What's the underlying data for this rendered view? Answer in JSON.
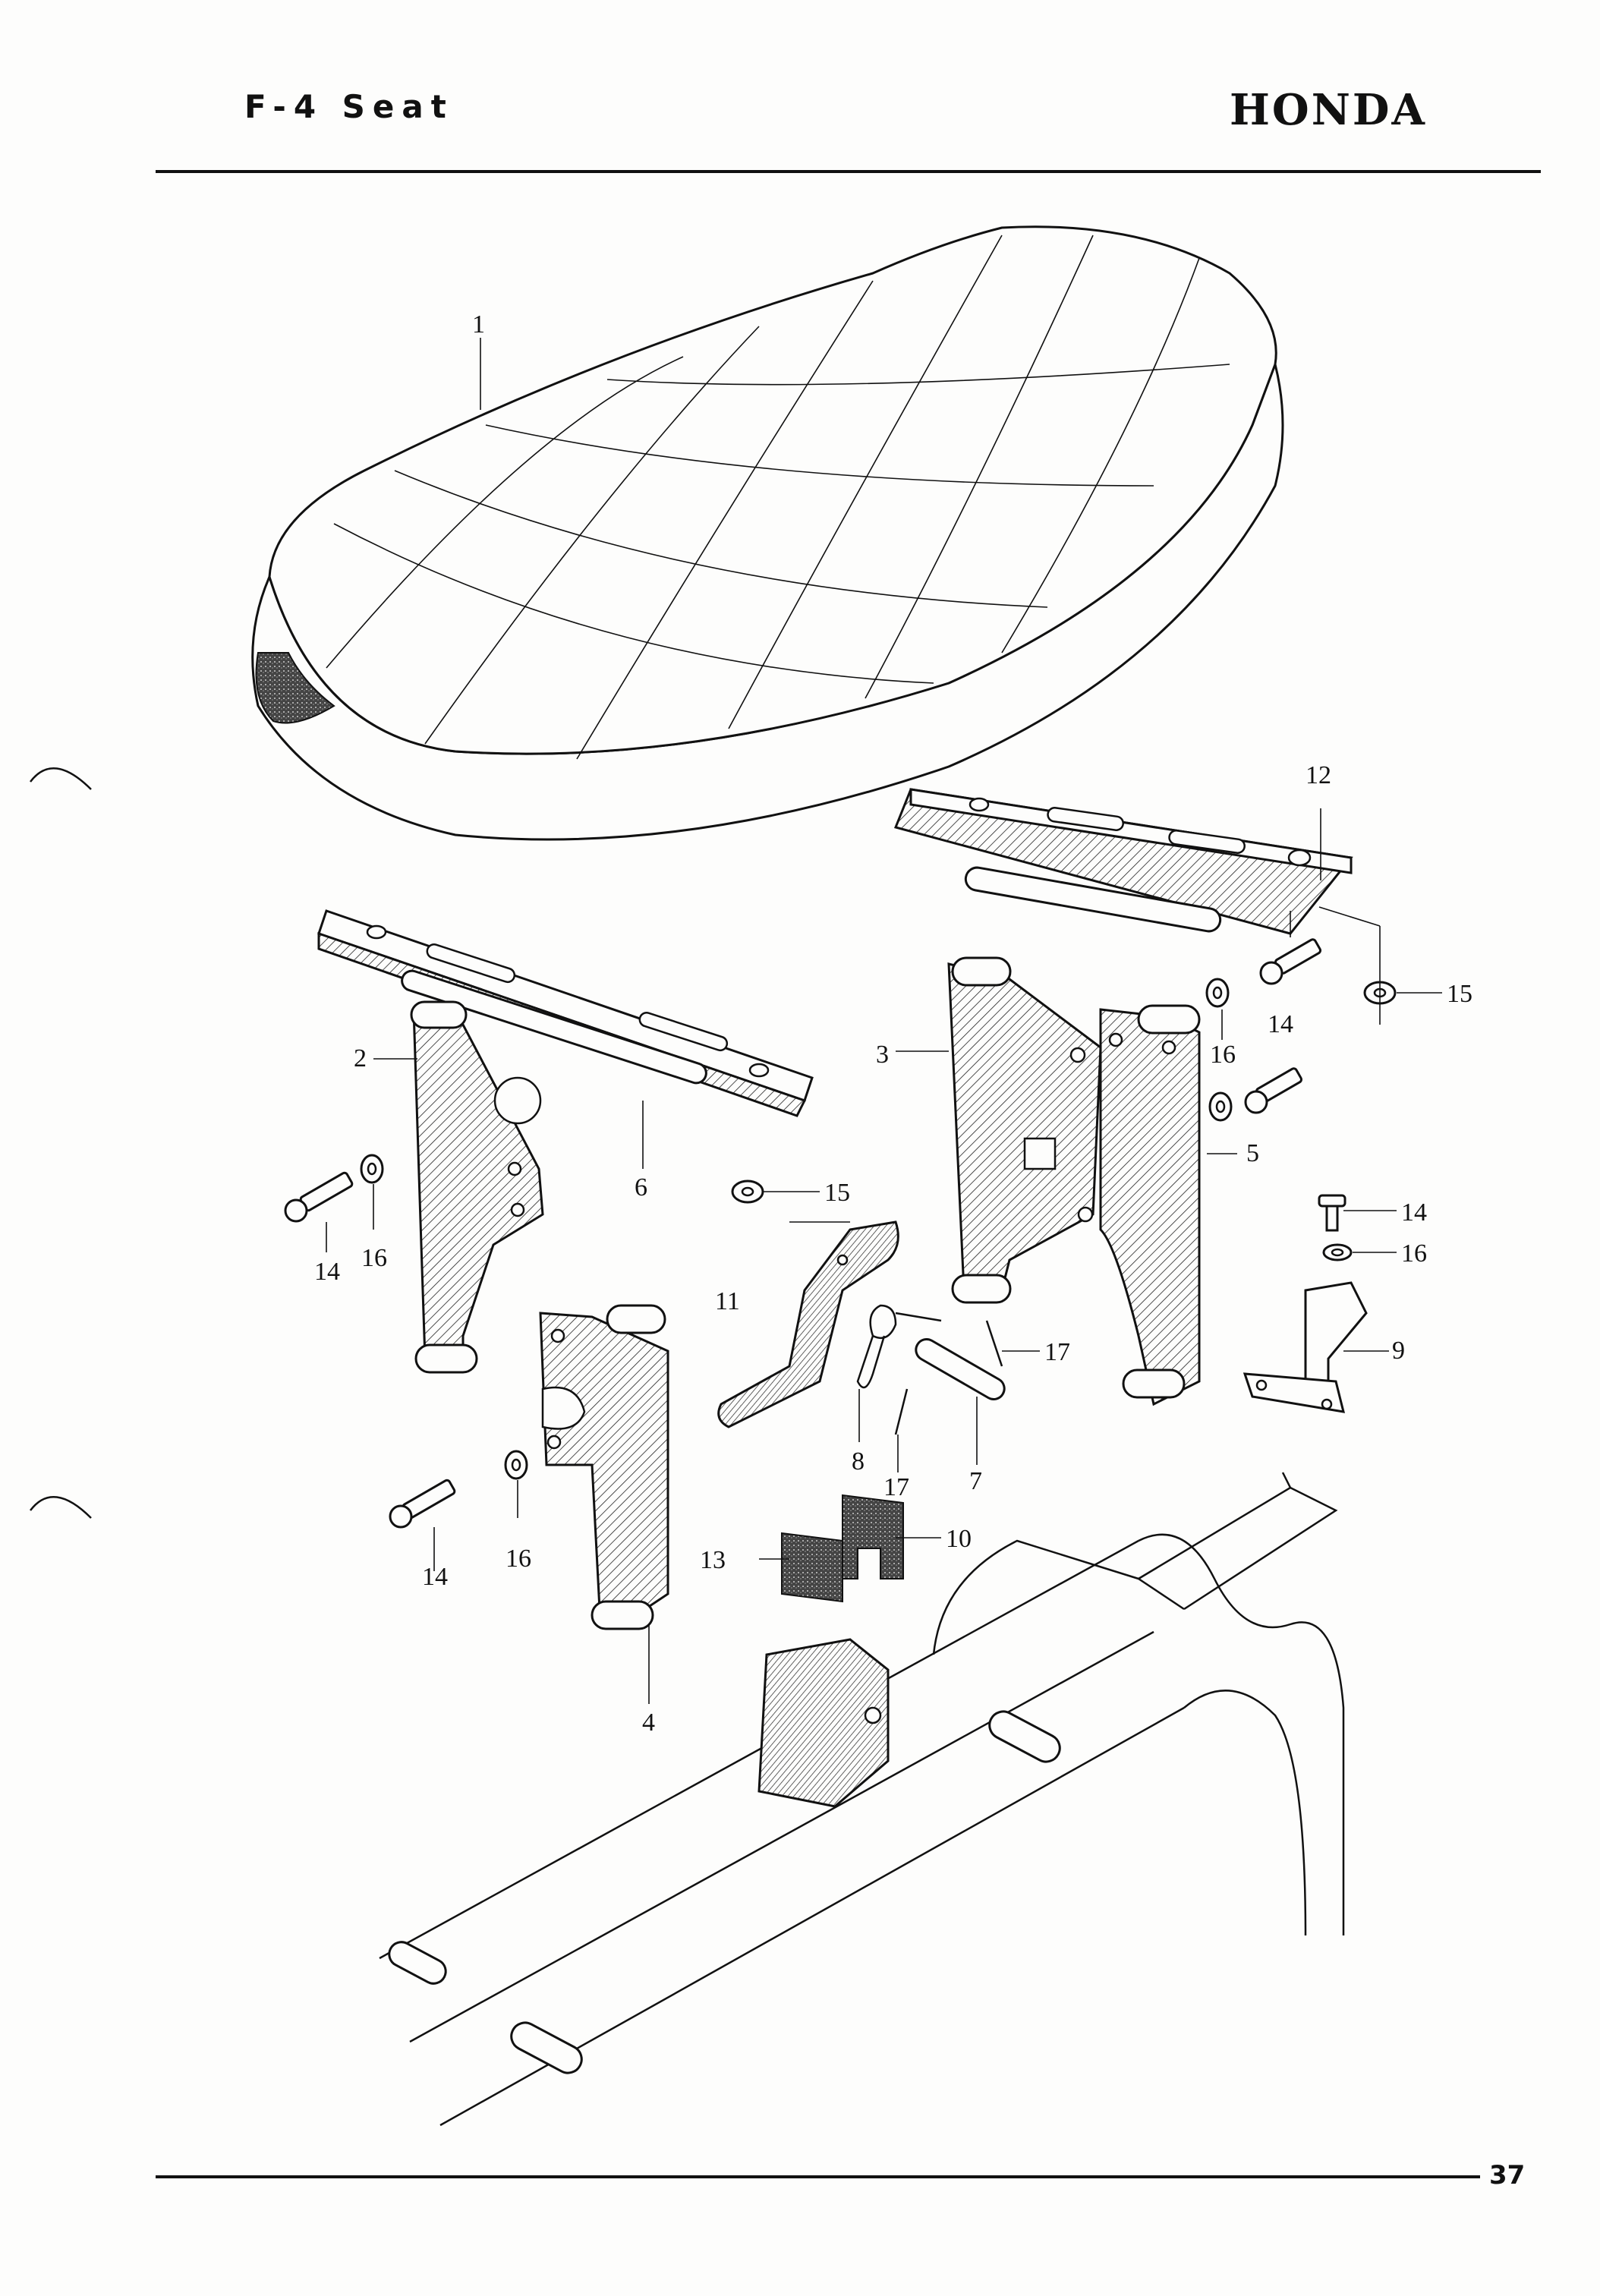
{
  "header": {
    "title": "F-4 Seat",
    "brand": "HONDA"
  },
  "footer": {
    "page_number": "37"
  },
  "diagram": {
    "callouts": [
      {
        "id": "c1",
        "label": "1"
      },
      {
        "id": "c2",
        "label": "2"
      },
      {
        "id": "c3",
        "label": "3"
      },
      {
        "id": "c4",
        "label": "4"
      },
      {
        "id": "c5",
        "label": "5"
      },
      {
        "id": "c6",
        "label": "6"
      },
      {
        "id": "c7",
        "label": "7"
      },
      {
        "id": "c8",
        "label": "8"
      },
      {
        "id": "c9",
        "label": "9"
      },
      {
        "id": "c10",
        "label": "10"
      },
      {
        "id": "c11",
        "label": "11"
      },
      {
        "id": "c12",
        "label": "12"
      },
      {
        "id": "c13",
        "label": "13"
      },
      {
        "id": "c14a",
        "label": "14"
      },
      {
        "id": "c14b",
        "label": "14"
      },
      {
        "id": "c14c",
        "label": "14"
      },
      {
        "id": "c14d",
        "label": "14"
      },
      {
        "id": "c15a",
        "label": "15"
      },
      {
        "id": "c15b",
        "label": "15"
      },
      {
        "id": "c16a",
        "label": "16"
      },
      {
        "id": "c16b",
        "label": "16"
      },
      {
        "id": "c16c",
        "label": "16"
      },
      {
        "id": "c16d",
        "label": "16"
      },
      {
        "id": "c17a",
        "label": "17"
      },
      {
        "id": "c17b",
        "label": "17"
      }
    ]
  }
}
